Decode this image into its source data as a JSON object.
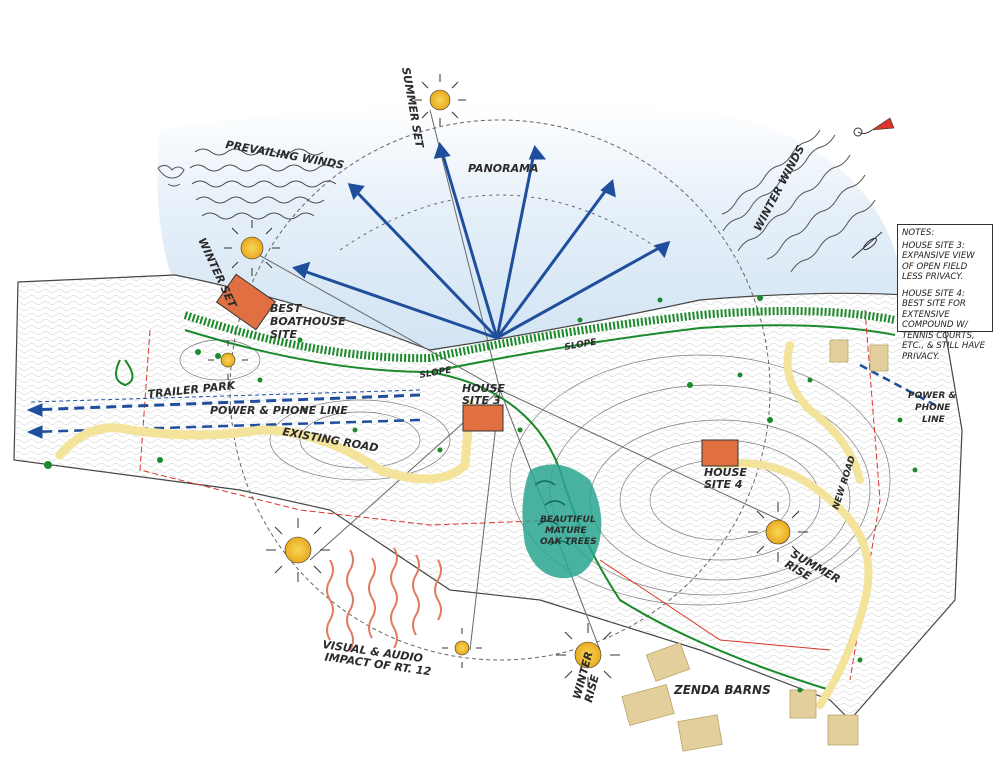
{
  "labels": {
    "summer_set": "SUMMER SET",
    "panorama": "PANORAMA",
    "prevailing_winds": "PREVAILING WINDS",
    "winter_winds": "WINTER WINDS",
    "winter_set": "WINTER SET",
    "best_boathouse_site": [
      "BEST",
      "BOATHOUSE",
      "SITE"
    ],
    "slope_left": "SLOPE",
    "slope_right": "SLOPE",
    "house_site_3": [
      "HOUSE",
      "SITE 3"
    ],
    "house_site_4": [
      "HOUSE",
      "SITE 4"
    ],
    "trailer_park": "TRAILER PARK",
    "power_phone_line_left": "POWER & PHONE LINE",
    "power_phone_line_right": [
      "POWER &",
      "PHONE",
      "LINE"
    ],
    "existing_road": "EXISTING ROAD",
    "new_road": "NEW ROAD",
    "oak_trees": [
      "BEAUTIFUL",
      "MATURE",
      "OAK TREES"
    ],
    "summer_rise": [
      "SUMMER",
      "RISE"
    ],
    "winter_rise": [
      "WINTER",
      "RISE"
    ],
    "visual_audio": [
      "VISUAL & AUDIO",
      "IMPACT OF RT. 12"
    ],
    "zenda_barns": "ZENDA BARNS"
  },
  "notes": {
    "heading": "NOTES:",
    "site3": "HOUSE SITE 3: EXPANSIVE VIEW OF OPEN FIELD LESS PRIVACY.",
    "site4": "HOUSE SITE 4: BEST SITE FOR EXTENSIVE COMPOUND W/ TENNIS COURTS, ETC., & STILL HAVE PRIVACY."
  },
  "colors": {
    "water": "#dce9f5",
    "panorama_arrows": "#1f4f9c",
    "green_line": "#1a8a2a",
    "road": "#f3e39b",
    "house": "#e07042",
    "sun": "#f2c230",
    "oak": "#2aa58f",
    "barns": "#e2cf9c",
    "property_line": "#d9362b",
    "winds_right": "#555555"
  },
  "icons": [
    "sun-icon",
    "bird-icon",
    "kite-icon",
    "fish-icon",
    "compass-icon"
  ]
}
